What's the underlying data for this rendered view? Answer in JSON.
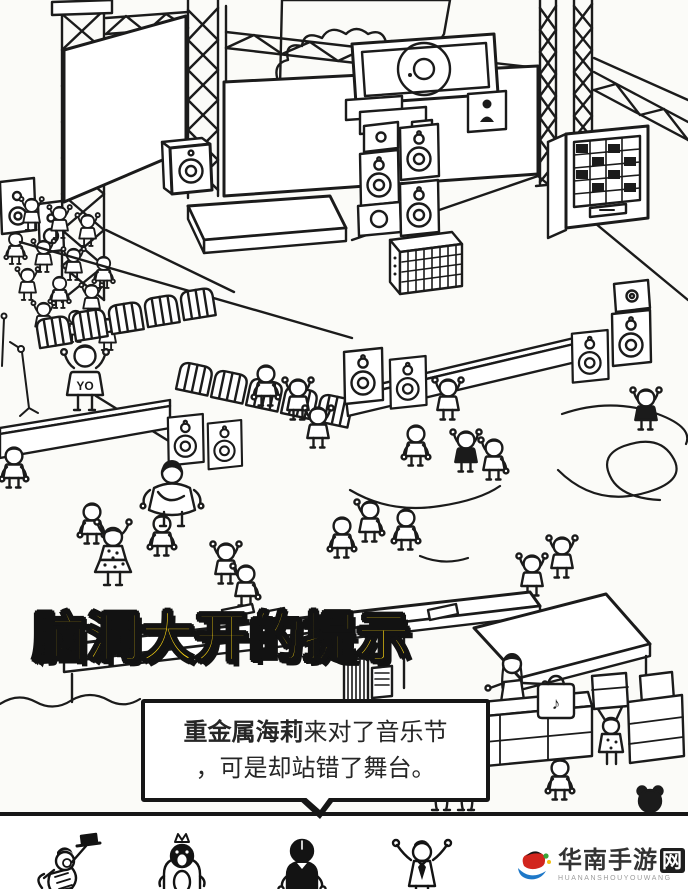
{
  "overlay": {
    "hint_title": "脑洞大开的提示"
  },
  "speech_bubble": {
    "speaker": "重金属海莉",
    "line1_rest": "来对了音乐节",
    "line2": "，可是却站错了舞台。"
  },
  "scene_texts": {
    "yo_shirt": "YO",
    "music_note_bag": "♪"
  },
  "watermark": {
    "site_name_main": "华南手游",
    "site_name_badge": "网",
    "site_tagline": "HUANANSHOUYOUWANG"
  },
  "target_bar": {
    "icons": [
      "crawling-monkey-with-hat-icon",
      "crowned-penguin-icon",
      "black-haired-back-figure-icon",
      "reclining-tie-figure-icon"
    ]
  },
  "colors": {
    "ink": "#1b1b1b",
    "hint_yellow": "#ffd912",
    "paper": "#fbfbf8",
    "badge_bg": "#1e1e1e",
    "watermark_text": "#333333",
    "watermark_sub": "#9c9c9c",
    "logo_red": "#d2251d",
    "logo_blue": "#1e78c8",
    "logo_green": "#3aa53a",
    "logo_yellow": "#f2c011"
  }
}
